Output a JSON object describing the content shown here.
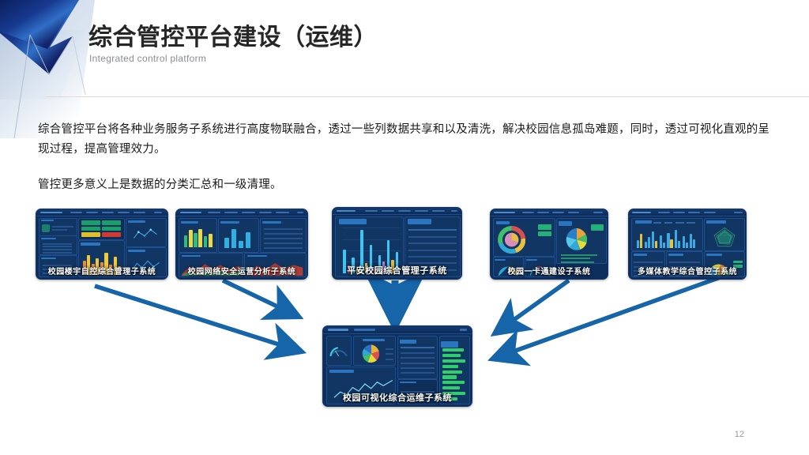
{
  "slide": {
    "page_number": "12",
    "accent_color": "#1565a8",
    "title_color": "#262626",
    "rule_color": "#e8d6d6"
  },
  "header": {
    "title": "综合管控平台建设（运维）",
    "subtitle": "Integrated control platform"
  },
  "body": {
    "paragraphs": [
      "综合管控平台将各种业务服务子系统进行高度物联融合，透过一些列数据共享和以及清洗，解决校园信息孤岛难题，同时，透过可视化直观的呈现过程，提高管理效力。",
      "管控更多意义上是数据的分类汇总和一级清理。"
    ]
  },
  "diagram": {
    "sources": [
      {
        "id": "building",
        "label": "校园楼宇自控综合管理子系统"
      },
      {
        "id": "netsec",
        "label": "校园网络安全运营分析子系统"
      },
      {
        "id": "safecampus",
        "label": "平安校园综合管理子系统"
      },
      {
        "id": "onecard",
        "label": "校园一卡通建设子系统"
      },
      {
        "id": "multimedia",
        "label": "多媒体教学综合管控子系统"
      }
    ],
    "target": {
      "id": "ops",
      "label": "校园可视化综合运维子系统"
    },
    "connectors": [
      {
        "from": "building",
        "to": "ops",
        "direction": "down-right"
      },
      {
        "from": "netsec",
        "to": "ops",
        "direction": "down-right"
      },
      {
        "from": "safecampus",
        "to": "ops",
        "direction": "down"
      },
      {
        "from": "onecard",
        "to": "ops",
        "direction": "down-left"
      },
      {
        "from": "multimedia",
        "to": "ops",
        "direction": "down-left"
      }
    ]
  }
}
